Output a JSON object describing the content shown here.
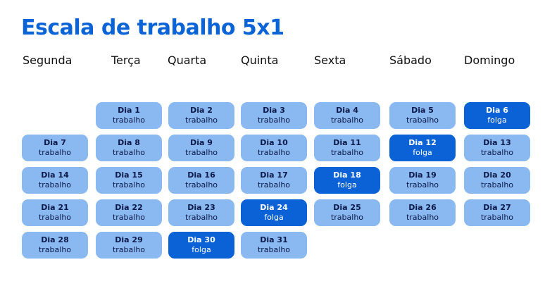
{
  "title": "Escala de trabalho 5x1",
  "weekdays": [
    "Segunda",
    "Terça",
    "Quarta",
    "Quinta",
    "Sexta",
    "Sábado",
    "Domingo"
  ],
  "colors": {
    "title": "#0b63d8",
    "work": "#8ab8f0",
    "off": "#0a62d6"
  },
  "days": [
    {
      "label": "Dia 1",
      "status": "trabalho"
    },
    {
      "label": "Dia 2",
      "status": "trabalho"
    },
    {
      "label": "Dia 3",
      "status": "trabalho"
    },
    {
      "label": "Dia 4",
      "status": "trabalho"
    },
    {
      "label": "Dia 5",
      "status": "trabalho"
    },
    {
      "label": "Dia 6",
      "status": "folga"
    },
    {
      "label": "Dia 7",
      "status": "trabalho"
    },
    {
      "label": "Dia 8",
      "status": "trabalho"
    },
    {
      "label": "Dia 9",
      "status": "trabalho"
    },
    {
      "label": "Dia 10",
      "status": "trabalho"
    },
    {
      "label": "Dia 11",
      "status": "trabalho"
    },
    {
      "label": "Dia 12",
      "status": "folga"
    },
    {
      "label": "Dia 13",
      "status": "trabalho"
    },
    {
      "label": "Dia 14",
      "status": "trabalho"
    },
    {
      "label": "Dia 15",
      "status": "trabalho"
    },
    {
      "label": "Dia 16",
      "status": "trabalho"
    },
    {
      "label": "Dia 17",
      "status": "trabalho"
    },
    {
      "label": "Dia 18",
      "status": "folga"
    },
    {
      "label": "Dia 19",
      "status": "trabalho"
    },
    {
      "label": "Dia 20",
      "status": "trabalho"
    },
    {
      "label": "Dia 21",
      "status": "trabalho"
    },
    {
      "label": "Dia 22",
      "status": "trabalho"
    },
    {
      "label": "Dia 23",
      "status": "trabalho"
    },
    {
      "label": "Dia 24",
      "status": "folga"
    },
    {
      "label": "Dia 25",
      "status": "trabalho"
    },
    {
      "label": "Dia 26",
      "status": "trabalho"
    },
    {
      "label": "Dia 27",
      "status": "trabalho"
    },
    {
      "label": "Dia 28",
      "status": "trabalho"
    },
    {
      "label": "Dia 29",
      "status": "trabalho"
    },
    {
      "label": "Dia 30",
      "status": "folga"
    },
    {
      "label": "Dia 31",
      "status": "trabalho"
    }
  ]
}
